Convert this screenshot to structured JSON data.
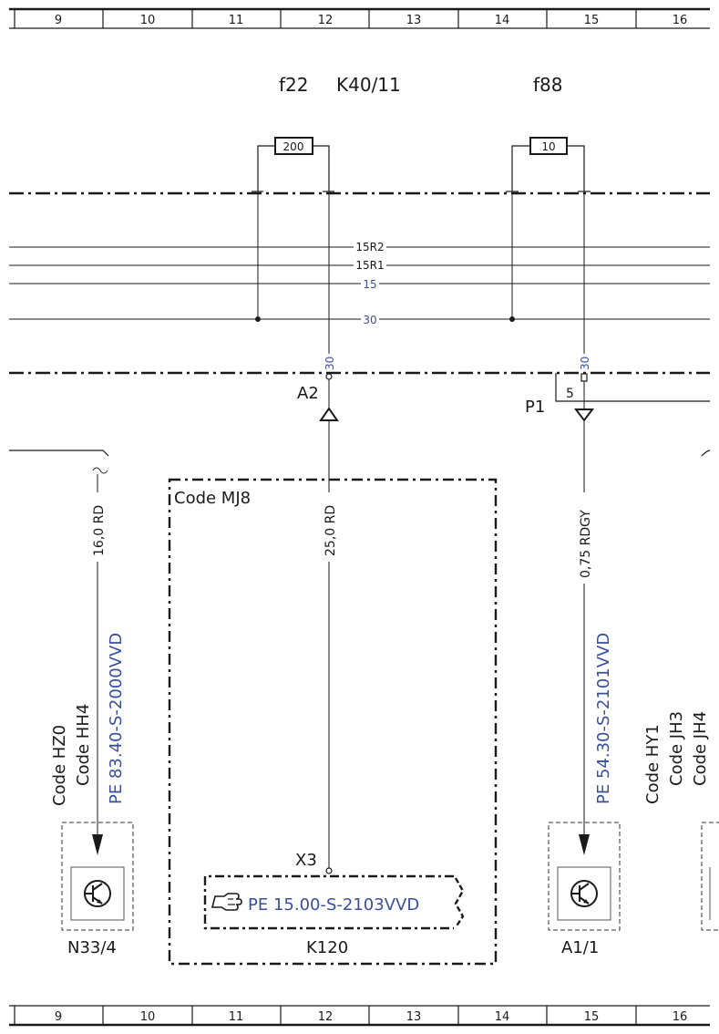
{
  "grid": {
    "columns": [
      "9",
      "10",
      "11",
      "12",
      "13",
      "14",
      "15",
      "16"
    ]
  },
  "fuses": {
    "f22_label": "f22",
    "k40_label": "K40/11",
    "f88_label": "f88",
    "f22_value": "200",
    "f88_value": "10"
  },
  "bus_lines": {
    "l1": "15R2",
    "l2": "15R1",
    "l3": "15",
    "l4": "30"
  },
  "connectors": {
    "a2": "A2",
    "a2_pin": "30",
    "p1": "P1",
    "p1_pin": "30",
    "p1_num": "5",
    "x3": "X3"
  },
  "wires": {
    "w1": "16,0 RD",
    "w2": "25,0 RD",
    "w3": "0,75 RDGY"
  },
  "codes": {
    "mj8": "Code MJ8",
    "hz0": "Code HZ0",
    "hh4": "Code HH4",
    "hy1": "Code HY1",
    "jh3": "Code JH3",
    "jh4": "Code JH4"
  },
  "refs": {
    "pe_left": "PE 83.40-S-2000VVD",
    "pe_right": "PE 54.30-S-2101VVD",
    "pe_center": "PE 15.00-S-2103VVD"
  },
  "components": {
    "n33": "N33/4",
    "k120": "K120",
    "a1": "A1/1"
  },
  "colors": {
    "link_blue": "#3a4f9a",
    "ink": "#1a1a1a"
  }
}
